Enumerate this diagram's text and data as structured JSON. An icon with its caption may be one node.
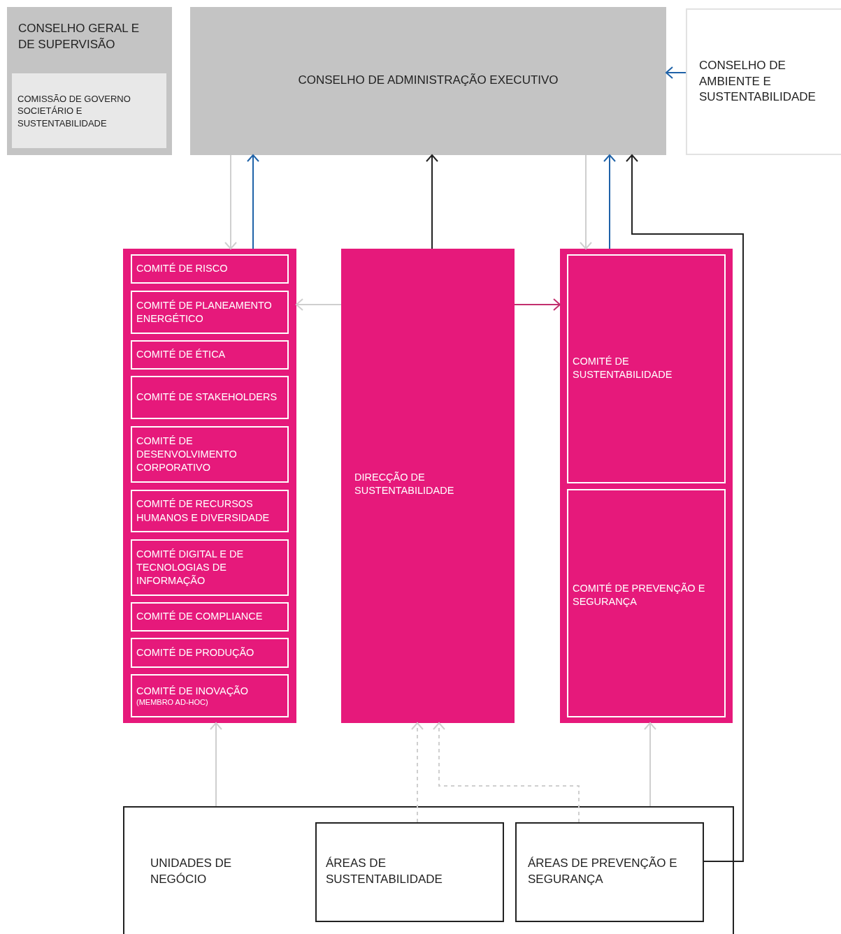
{
  "diagram": {
    "nodes": [
      {
        "text": [
          "CONSELHO GERAL E DE SUPERVISÃO"
        ]
      },
      {
        "text": [
          "COMISSÃO DE GOVERNO SOCIETÁRIO E SUSTENTABILIDADE"
        ],
        "in": 0
      },
      {
        "text": [
          "CONSELHO DE ADMINISTRAÇÃO EXECUTIVO"
        ]
      },
      {
        "text": [
          "CONSELHO DE AMBIENTE E SUSTENTABILIDADE"
        ]
      },
      {
        "text": [],
        "shape": "box"
      },
      {
        "text": [
          "COMITÉ DE RISCO"
        ],
        "in": 4
      },
      {
        "text": [
          "COMITÉ DE PLANEAMENTO ENERGÉTICO"
        ],
        "in": 4
      },
      {
        "text": [
          "COMITÉ DE ÉTICA"
        ],
        "in": 4
      },
      {
        "text": [
          "COMITÉ DE STAKEHOLDERS"
        ],
        "in": 4
      },
      {
        "text": [
          "COMITÉ DE DESENVOLVIMENTO CORPORATIVO"
        ],
        "in": 4
      },
      {
        "text": [
          "COMITÉ DE RECURSOS HUMANOS E DIVERSIDADE"
        ],
        "in": 4
      },
      {
        "text": [
          "COMITÉ DIGITAL E DE TECNOLOGIAS DE INFORMAÇÃO"
        ],
        "in": 4
      },
      {
        "text": [
          "COMITÉ DE COMPLIANCE"
        ],
        "in": 4
      },
      {
        "text": [
          "COMITÉ DE PRODUÇÃO"
        ],
        "in": 4
      },
      {
        "text": [
          "COMITÉ DE INOVAÇÃO",
          "(MEMBRO AD-HOC)"
        ],
        "in": 4
      },
      {
        "text": [
          "DIRECÇÃO DE SUSTENTABILIDADE"
        ]
      },
      {
        "text": [],
        "shape": "box"
      },
      {
        "text": [
          "COMITÉ DE SUSTENTABILIDADE"
        ],
        "in": 16
      },
      {
        "text": [
          "COMITÉ DE PREVENÇÃO E SEGURANÇA"
        ],
        "in": 16
      },
      {
        "text": [
          "UNIDADES DE NEGÓCIO"
        ]
      },
      {
        "text": [
          "ÁREAS DE SUSTENTABILIDADE"
        ],
        "in": 19
      },
      {
        "text": [
          "ÁREAS DE PREVENÇÃO E SEGURANÇA"
        ],
        "in": 19
      }
    ],
    "edges": [
      {
        "from": 3,
        "to": 2,
        "arrow": "to",
        "color": "#1f62a8"
      },
      {
        "from": 2,
        "to": 4,
        "arrow": "to"
      },
      {
        "from": 4,
        "to": 2,
        "arrow": "to",
        "color": "#1f62a8"
      },
      {
        "from": 15,
        "to": 2,
        "arrow": "to",
        "color": "#222222"
      },
      {
        "from": 2,
        "to": 16,
        "arrow": "to"
      },
      {
        "from": 16,
        "to": 2,
        "arrow": "to",
        "color": "#1f62a8"
      },
      {
        "from": 21,
        "to": 2,
        "arrow": "to",
        "color": "#222222"
      },
      {
        "from": 15,
        "to": 4,
        "arrow": "to"
      },
      {
        "from": 15,
        "to": 16,
        "arrow": "to",
        "color": "#c2306e"
      },
      {
        "from": 19,
        "to": 4,
        "arrow": "to"
      },
      {
        "from": 20,
        "to": 15,
        "arrow": "to",
        "style": "dashed"
      },
      {
        "from": 21,
        "to": 15,
        "arrow": "to",
        "style": "dashed"
      },
      {
        "from": 19,
        "to": 16,
        "arrow": "to"
      }
    ]
  }
}
